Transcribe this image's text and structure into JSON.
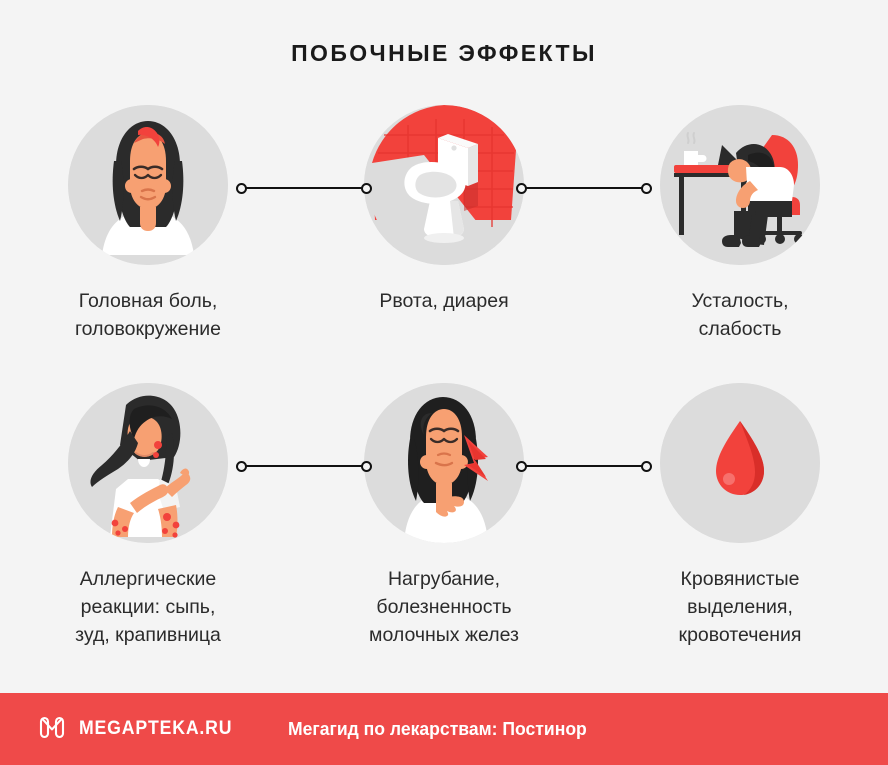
{
  "page": {
    "title": "ПОБОЧНЫЕ ЭФФЕКТЫ",
    "background_color": "#f4f4f4",
    "accent_color": "#ef4a49",
    "text_color": "#2b2b2b"
  },
  "items": [
    {
      "icon": "headache-woman-icon",
      "caption": "Головная боль,\nголовокружение"
    },
    {
      "icon": "toilet-icon",
      "caption": "Рвота, диарея"
    },
    {
      "icon": "tired-woman-desk-icon",
      "caption": "Усталость,\nслабость"
    },
    {
      "icon": "allergy-rash-woman-icon",
      "caption": "Аллергические\nреакции: сыпь,\nзуд, крапивница"
    },
    {
      "icon": "breast-pain-woman-icon",
      "caption": "Нагрубание,\nболезненность\nмолочных желез"
    },
    {
      "icon": "blood-drop-icon",
      "caption": "Кровянистые\nвыделения,\nкровотечения"
    }
  ],
  "footer": {
    "logo_icon": "megapteka-m-logo-icon",
    "brand": "MEGAPTEKA.RU",
    "tagline": "Мегагид по лекарствам: Постинор",
    "background_color": "#ef4a49"
  }
}
